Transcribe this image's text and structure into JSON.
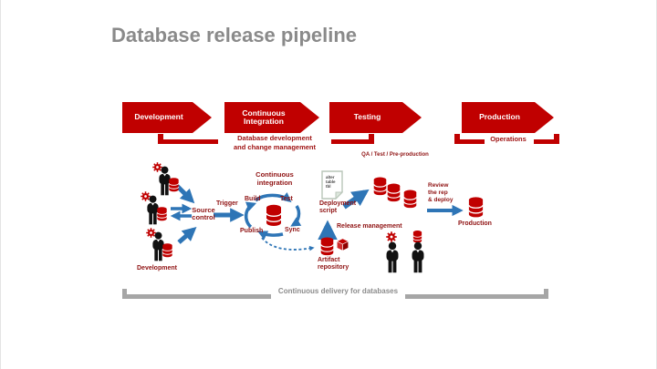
{
  "colors": {
    "accent_red": "#C00000",
    "label_red": "#8F1212",
    "arrow_blue": "#2E75B6",
    "title_gray": "#8A8A8A",
    "span_gray": "#A6A6A6"
  },
  "icons": {
    "gear": "gear-icon",
    "database": "database-cylinder-icon",
    "person": "person-silhouette-icon",
    "cube": "package-cube-icon",
    "document": "script-document-icon"
  },
  "slide": {
    "title": "Database release pipeline"
  },
  "pipeline": {
    "stages": [
      {
        "label": "Development"
      },
      {
        "label": "Continuous\nIntegration"
      },
      {
        "label": "Testing"
      },
      {
        "label": "Production"
      }
    ],
    "dev_ci_span": "Database development\nand change management",
    "operations": "Operations",
    "qa_span": "QA / Test / Pre-production",
    "bottom_span": "Continuous delivery for databases"
  },
  "diagram": {
    "development": "Development",
    "source_control": "Source\ncontrol",
    "trigger": "Trigger",
    "ci_header": "Continuous\nintegration",
    "build": "Build",
    "test": "Test",
    "publish": "Publish",
    "sync": "Sync",
    "document_text": "alter\ntable\ntbl",
    "deployment_script": "Deployment\nscript",
    "release_management": "Release management",
    "artifact_repository": "Artifact\nrepository",
    "review": "Review\nthe rep\n& deploy",
    "production": "Production"
  }
}
